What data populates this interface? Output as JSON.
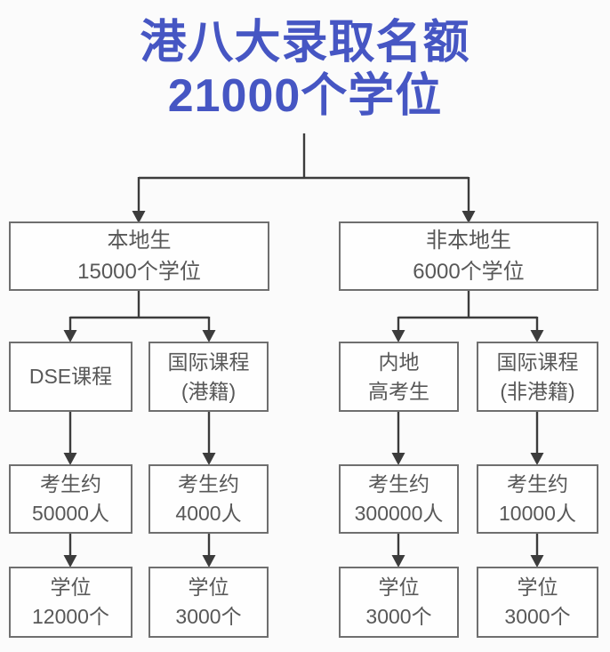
{
  "title": {
    "text": "港八大录取名额\n21000个学位"
  },
  "colors": {
    "title_blue": "#4656c3",
    "box_border": "#6f6f6f",
    "box_text": "#585858",
    "line_color": "#3c3c3c",
    "background": "#fbfbfb",
    "box_fill": "#fefefe"
  },
  "tree": {
    "total_seats": "21000",
    "local": {
      "root": "本地生\n15000个学位",
      "branches": [
        {
          "program": "DSE课程",
          "candidates": "考生约\n50000人",
          "seats": "学位\n12000个"
        },
        {
          "program": "国际课程\n(港籍)",
          "candidates": "考生约\n4000人",
          "seats": "学位\n3000个"
        }
      ]
    },
    "nonlocal": {
      "root": "非本地生\n6000个学位",
      "branches": [
        {
          "program": "内地\n高考生",
          "candidates": "考生约\n300000人",
          "seats": "学位\n3000个"
        },
        {
          "program": "国际课程\n(非港籍)",
          "candidates": "考生约\n10000人",
          "seats": "学位\n3000个"
        }
      ]
    }
  }
}
